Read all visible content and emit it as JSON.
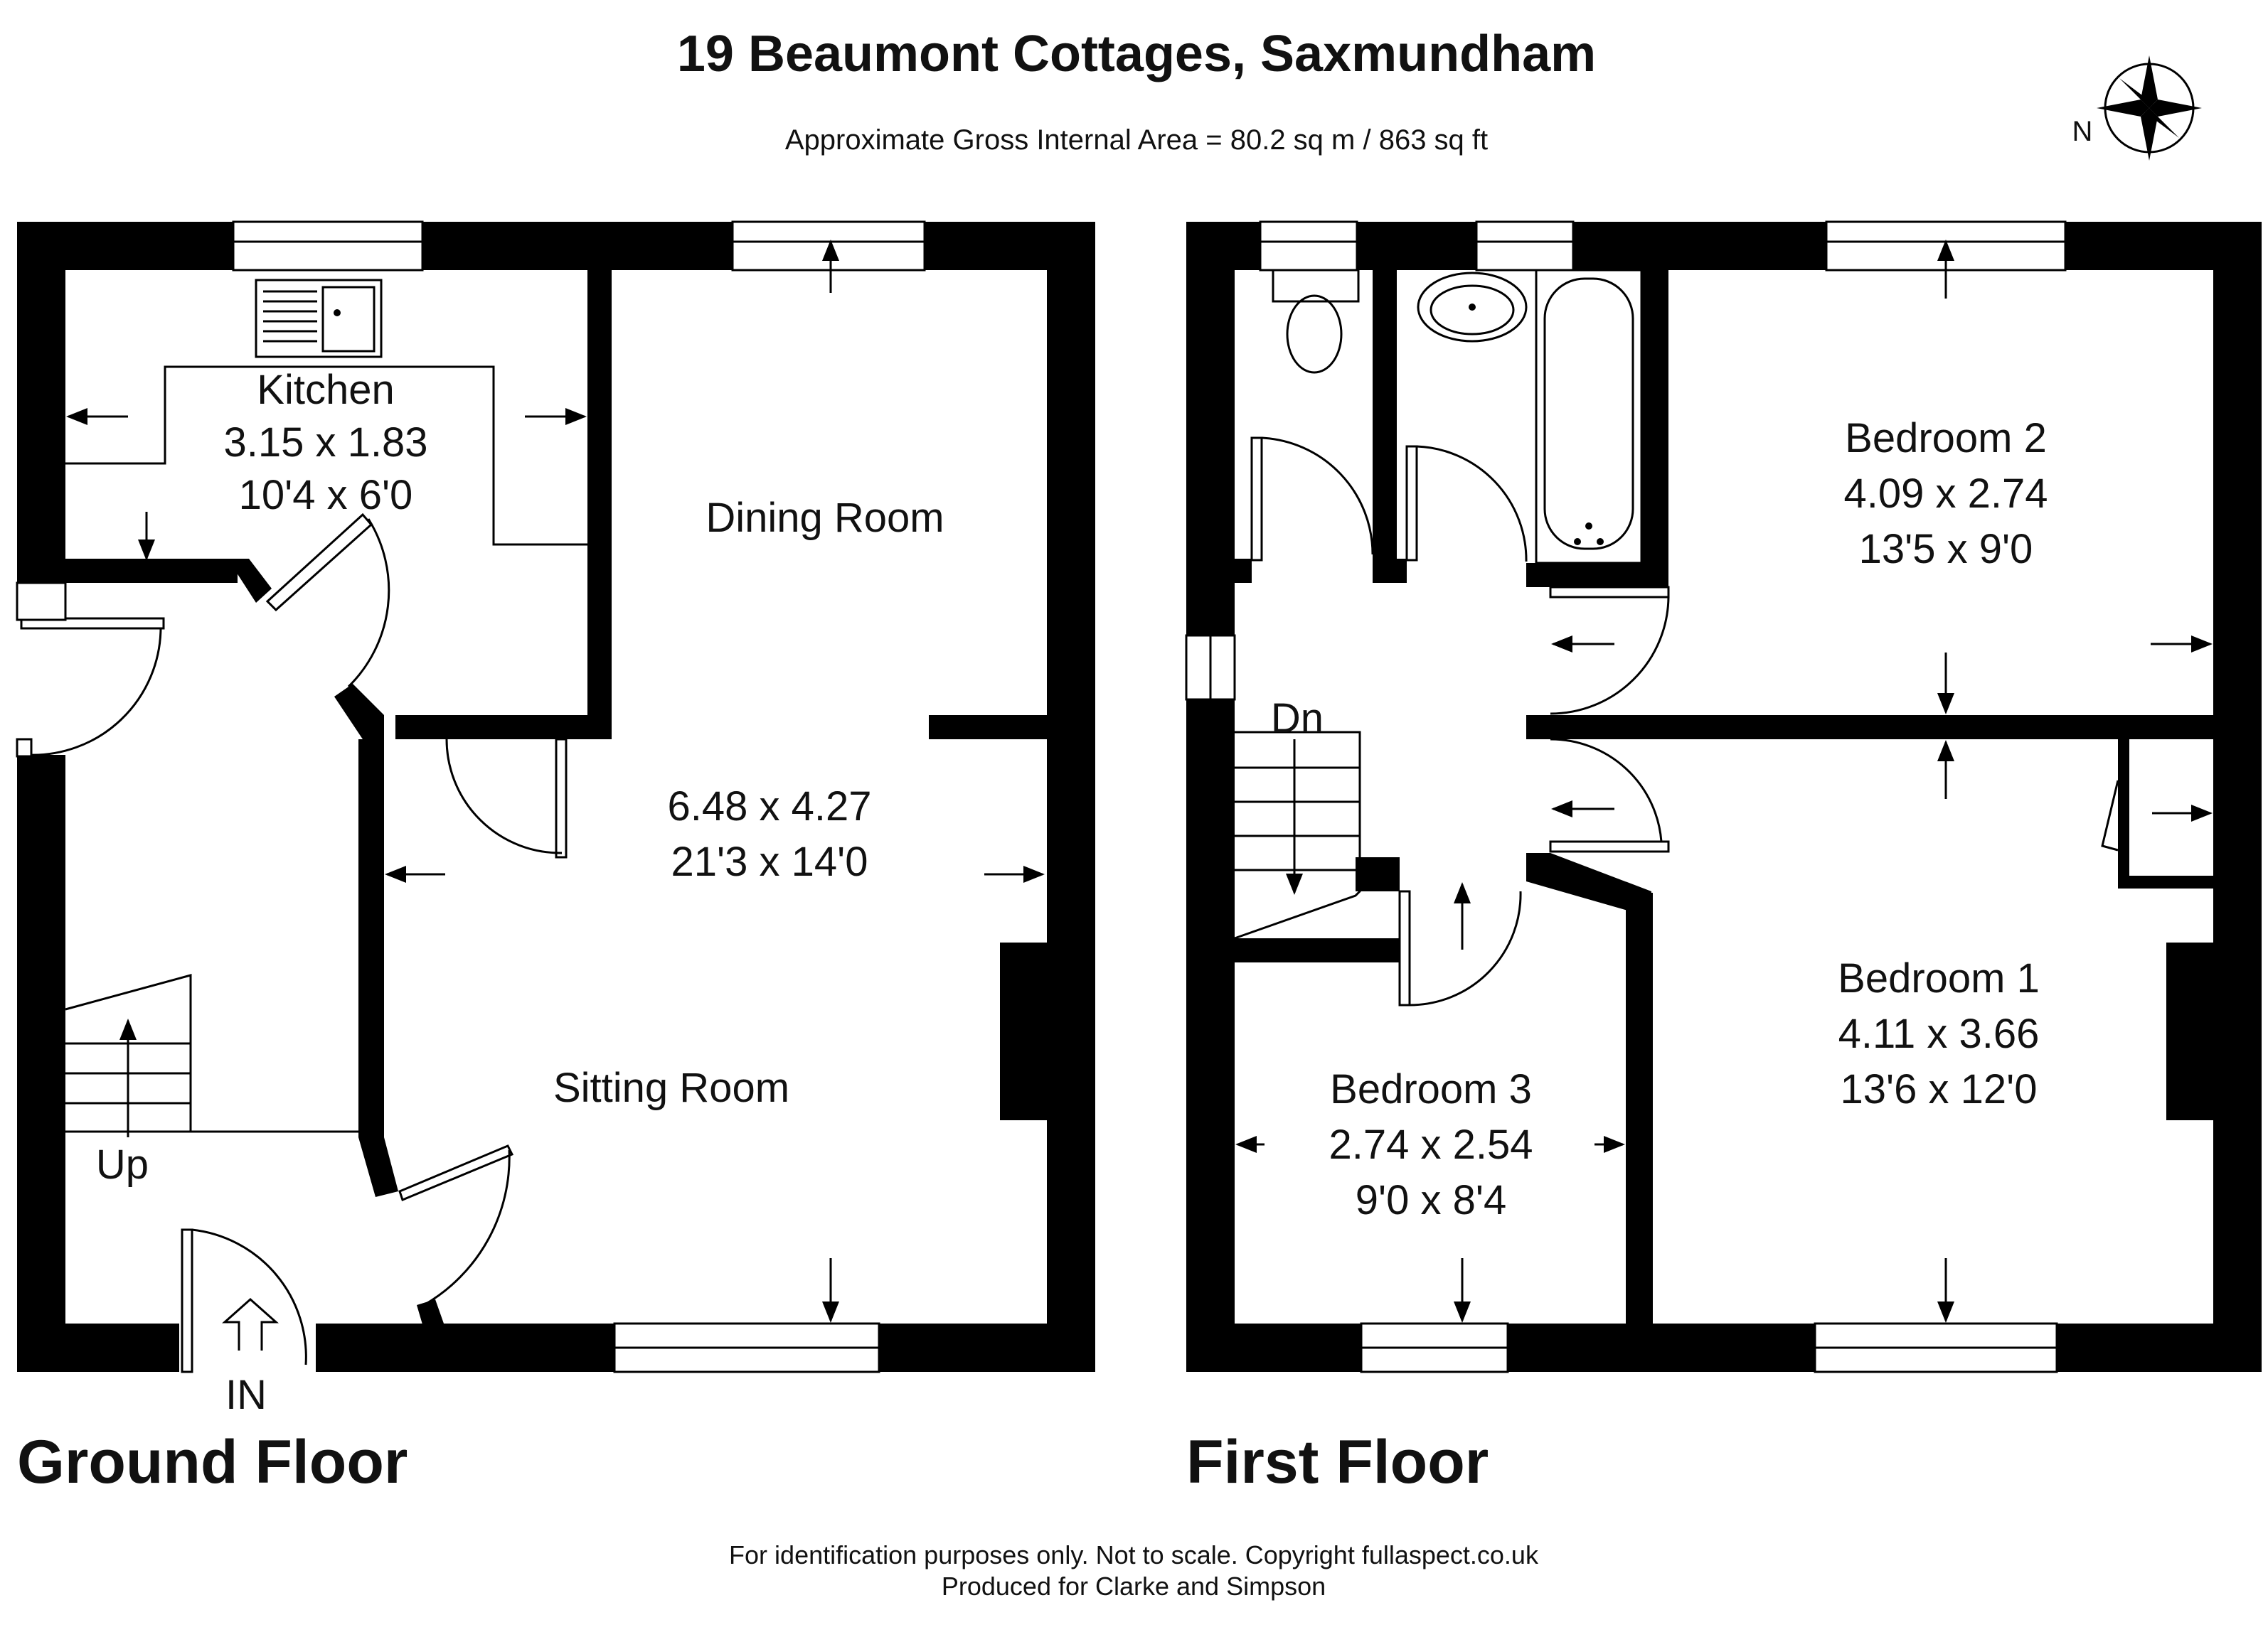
{
  "header": {
    "title": "19 Beaumont Cottages, Saxmundham",
    "area": "Approximate Gross Internal Area = 80.2 sq m / 863 sq ft"
  },
  "compass": {
    "label": "N"
  },
  "ground_floor": {
    "title": "Ground Floor",
    "kitchen": {
      "name": "Kitchen",
      "metric": "3.15 x 1.83",
      "imperial": "10'4 x 6'0"
    },
    "dining": {
      "name": "Dining Room"
    },
    "living_dims": {
      "metric": "6.48 x 4.27",
      "imperial": "21'3 x 14'0"
    },
    "sitting": {
      "name": "Sitting Room"
    },
    "stairs_label": "Up",
    "entrance_label": "IN"
  },
  "first_floor": {
    "title": "First Floor",
    "bedroom1": {
      "name": "Bedroom 1",
      "metric": "4.11 x 3.66",
      "imperial": "13'6 x 12'0"
    },
    "bedroom2": {
      "name": "Bedroom 2",
      "metric": "4.09 x 2.74",
      "imperial": "13'5 x 9'0"
    },
    "bedroom3": {
      "name": "Bedroom 3",
      "metric": "2.74 x 2.54",
      "imperial": "9'0 x 8'4"
    },
    "stairs_label": "Dn"
  },
  "footer": {
    "line1": "For identification purposes only. Not to scale. Copyright fullaspect.co.uk",
    "line2": "Produced for Clarke and Simpson"
  },
  "colors": {
    "walls": "#000000",
    "background": "#ffffff"
  },
  "icons": {
    "compass": "compass-rose-icon"
  }
}
